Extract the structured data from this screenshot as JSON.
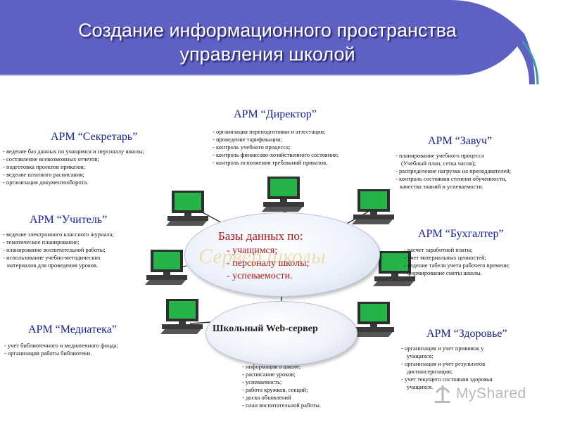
{
  "header": {
    "title_line1": "Создание информационного пространства",
    "title_line2": "управления школой",
    "band_color": "#5e60c4",
    "accent_color": "#3a9aa8"
  },
  "roles": {
    "director": {
      "title": "АРМ “Директор”",
      "items": [
        "- организация переподготовки и аттестации;",
        "- проведение тарификации;",
        "- контроль учебного процесса;",
        "- контроль финансово-хозяйственного состояния;",
        "- контроль исполнения требований приказов."
      ]
    },
    "secretary": {
      "title": "АРМ “Секретарь”",
      "items": [
        "- ведение баз данных по учащимся и персоналу школы;",
        "- составление всевозможных отчетов;",
        "- подготовка проектов приказов;",
        "- ведение штатного расписания;",
        "- организация документооборота."
      ]
    },
    "head_teacher": {
      "title": "АРМ “Завуч”",
      "items": [
        "- планирование учебного процесса",
        "(Учебный план, сетка часов);",
        "- распределение нагрузки на преподавателей;",
        "- контроль состояния степени обученности,",
        "качества знаний и успеваемости."
      ]
    },
    "teacher": {
      "title": "АРМ “Учитель”",
      "items": [
        "- ведение электронного классного журнала;",
        "- тематическое планирование;",
        "- планирование воспитательной работы;",
        "- использование учебно-методических",
        "материалов для проведения уроков."
      ]
    },
    "accountant": {
      "title": "АРМ “Бухгалтер”",
      "items": [
        "- расчет заработной платы;",
        "- учет материальных ценностей;",
        "- ведение табеля учета рабочего времени;",
        "- формирование сметы школы."
      ]
    },
    "media_library": {
      "title": "АРМ “Медиатека”",
      "items": [
        "- учет библиотечного и медиатечного фонда;",
        "- организация работы библиотеки."
      ]
    },
    "health": {
      "title": "АРМ “Здоровье”",
      "items": [
        "- организация и учет прививок у",
        "учащихся;",
        "- организация и учет результатов",
        "диспансеризации;",
        "- учет текущего состояния здоровья",
        "учащихся."
      ]
    }
  },
  "database": {
    "title": "Базы  данных по:",
    "items": [
      "- учащимся;",
      "- персоналу школы;",
      "- успеваемости."
    ],
    "watermark": "Сервер школы"
  },
  "web_server": {
    "title": "Школьный Web-сервер",
    "items": [
      "- информация о школе;",
      "- расписание уроков;",
      "- успеваемость;",
      "- работа кружков, секций;",
      "- доска объявлений",
      "- план воспитательной работы."
    ]
  },
  "brand": {
    "text": "MyShared"
  }
}
